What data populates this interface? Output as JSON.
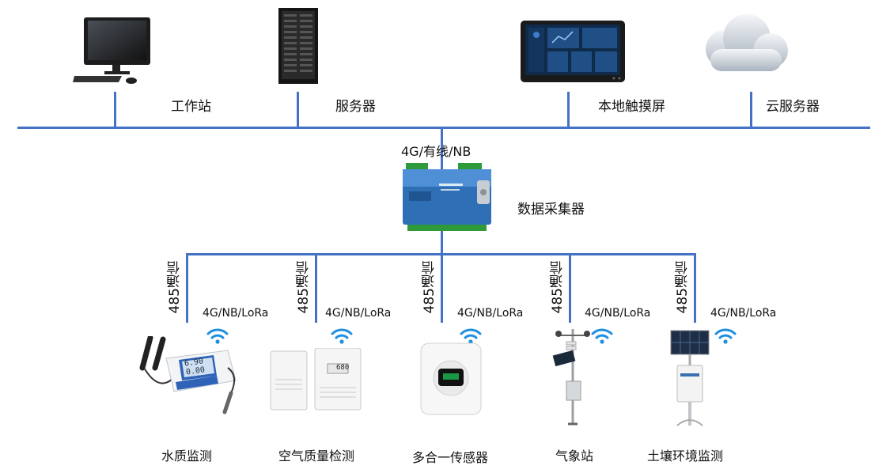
{
  "top_devices": [
    {
      "name": "工作站"
    },
    {
      "name": "服务器"
    },
    {
      "name": "本地触摸屏"
    },
    {
      "name": "云服务器"
    }
  ],
  "uplink_label": "4G/有线/NB",
  "collector_label": "数据采集器",
  "bus_label": "485通信",
  "wireless_label": "4G/NB/LoRa",
  "sensors": [
    {
      "name": "水质监测"
    },
    {
      "name": "空气质量检测"
    },
    {
      "name": "多合一传感器"
    },
    {
      "name": "气象站"
    },
    {
      "name": "土壤环境监测"
    }
  ],
  "sensor_readings": {
    "ph": "6.90",
    "temp": "0.00",
    "air": "680"
  },
  "colors": {
    "line": "#4472c4",
    "wifi": "#1e8fe0"
  }
}
